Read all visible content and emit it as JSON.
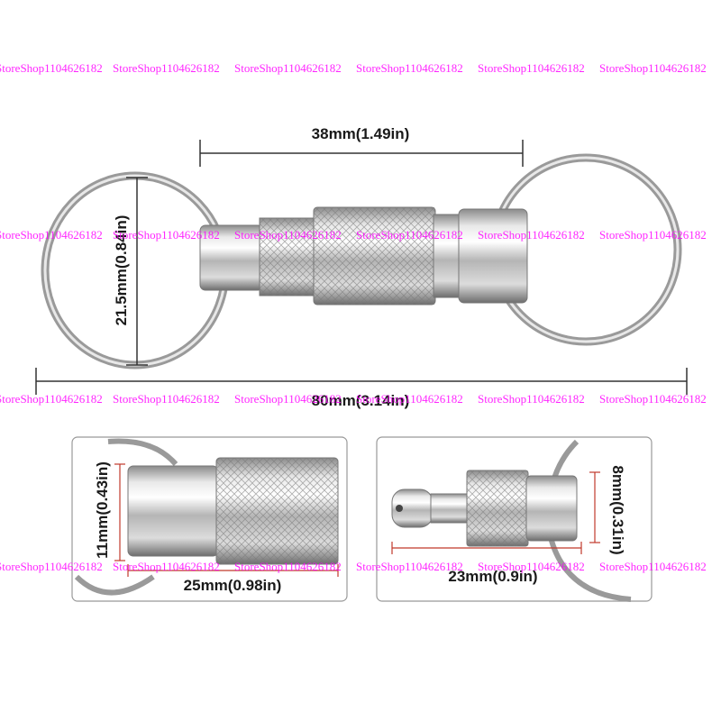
{
  "watermark_text": "StoreShop1104626182",
  "dimensions": {
    "body_length": "38mm(1.49in)",
    "ring_diameter": "21.5mm(0.84in)",
    "total_length": "80mm(3.14in)",
    "female_diameter": "11mm(0.43in)",
    "female_length": "25mm(0.98in)",
    "male_diameter": "8mm(0.31in)",
    "male_length": "23mm(0.9in)"
  },
  "colors": {
    "dimension_line_dark": "#333333",
    "dimension_line_red": "#c0392b",
    "watermark": "#ff00ff",
    "panel_border": "#999999"
  }
}
